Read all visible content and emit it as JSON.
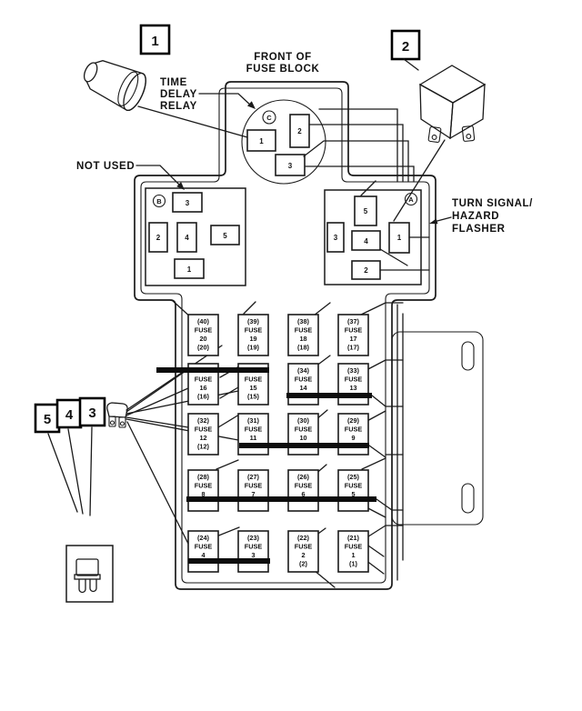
{
  "labels": {
    "front_of": "FRONT OF",
    "fuse_block": "FUSE BLOCK",
    "time": "TIME",
    "delay": "DELAY",
    "relay": "RELAY",
    "not_used": "NOT USED",
    "turn_signal": "TURN SIGNAL/",
    "hazard": "HAZARD",
    "flasher": "FLASHER"
  },
  "callouts": {
    "c1": "1",
    "c2": "2",
    "c3": "3",
    "c4": "4",
    "c5": "5"
  },
  "sockets": {
    "c": {
      "letter": "C",
      "cavities": [
        "1",
        "2",
        "3"
      ]
    },
    "b": {
      "letter": "B",
      "cavities": [
        "3",
        "2",
        "4",
        "5",
        "1"
      ]
    },
    "a": {
      "letter": "A",
      "cavities": [
        "5",
        "3",
        "4",
        "1",
        "2"
      ]
    }
  },
  "fuses": [
    {
      "lines": [
        "(40)",
        "FUSE",
        "20",
        "(20)"
      ]
    },
    {
      "lines": [
        "(39)",
        "FUSE",
        "19",
        "(19)"
      ]
    },
    {
      "lines": [
        "(38)",
        "FUSE",
        "18",
        "(18)"
      ]
    },
    {
      "lines": [
        "(37)",
        "FUSE",
        "17",
        "(17)"
      ]
    },
    {
      "lines": [
        "FUSE",
        "16",
        "(16)"
      ]
    },
    {
      "lines": [
        "FUSE",
        "15",
        "(15)"
      ]
    },
    {
      "lines": [
        "(34)",
        "FUSE",
        "14"
      ]
    },
    {
      "lines": [
        "(33)",
        "FUSE",
        "13"
      ]
    },
    {
      "lines": [
        "(32)",
        "FUSE",
        "12",
        "(12)"
      ]
    },
    {
      "lines": [
        "(31)",
        "FUSE",
        "11"
      ]
    },
    {
      "lines": [
        "(30)",
        "FUSE",
        "10"
      ]
    },
    {
      "lines": [
        "(29)",
        "FUSE",
        "9"
      ]
    },
    {
      "lines": [
        "(28)",
        "FUSE",
        "8"
      ]
    },
    {
      "lines": [
        "(27)",
        "FUSE",
        "7"
      ]
    },
    {
      "lines": [
        "(26)",
        "FUSE",
        "6"
      ]
    },
    {
      "lines": [
        "(25)",
        "FUSE",
        "5"
      ]
    },
    {
      "lines": [
        "(24)",
        "FUSE",
        "4"
      ]
    },
    {
      "lines": [
        "(23)",
        "FUSE",
        "3"
      ]
    },
    {
      "lines": [
        "(22)",
        "FUSE",
        "2",
        "(2)"
      ]
    },
    {
      "lines": [
        "(21)",
        "FUSE",
        "1",
        "(1)"
      ]
    }
  ],
  "colors": {
    "ink": "#1a1a1a",
    "paper": "#ffffff"
  }
}
